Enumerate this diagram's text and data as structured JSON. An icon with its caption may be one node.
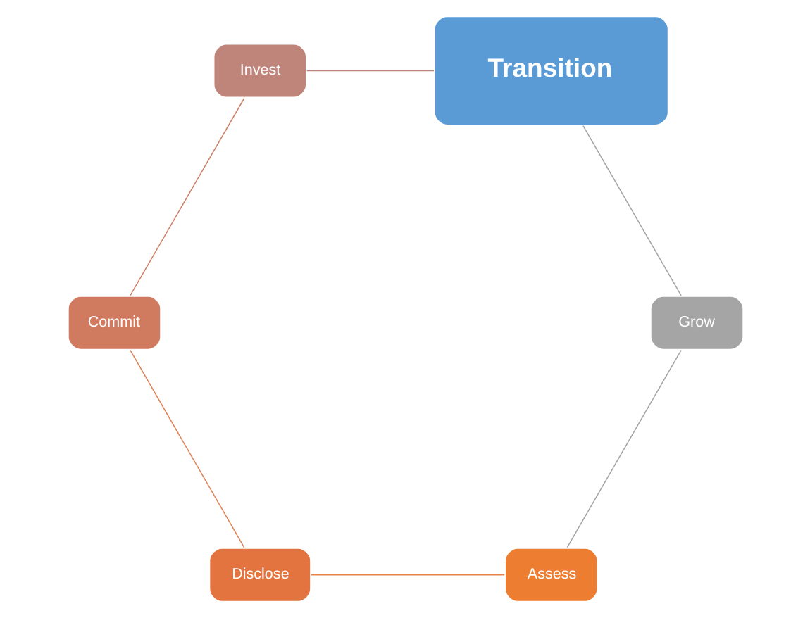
{
  "diagram": {
    "nodes": [
      {
        "text": [
          "Assess"
        ]
      },
      {
        "text": [
          "Disclose"
        ]
      },
      {
        "text": [
          "Commit"
        ]
      },
      {
        "text": [
          "Invest"
        ]
      },
      {
        "text": [
          "Transition"
        ]
      },
      {
        "text": [
          "Grow"
        ]
      }
    ],
    "edges": [
      {
        "from": 0,
        "to": 1,
        "arrow": "none",
        "color": "#e8844a"
      },
      {
        "from": 1,
        "to": 2,
        "arrow": "none",
        "color": "#e0845a"
      },
      {
        "from": 2,
        "to": 3,
        "arrow": "none",
        "color": "#cf8068"
      },
      {
        "from": 3,
        "to": 4,
        "arrow": "none",
        "color": "#b98578"
      },
      {
        "from": 4,
        "to": 5,
        "arrow": "none",
        "color": "#a5a5a5"
      },
      {
        "from": 5,
        "to": 0,
        "arrow": "none",
        "color": "#a5a5a5"
      }
    ]
  }
}
